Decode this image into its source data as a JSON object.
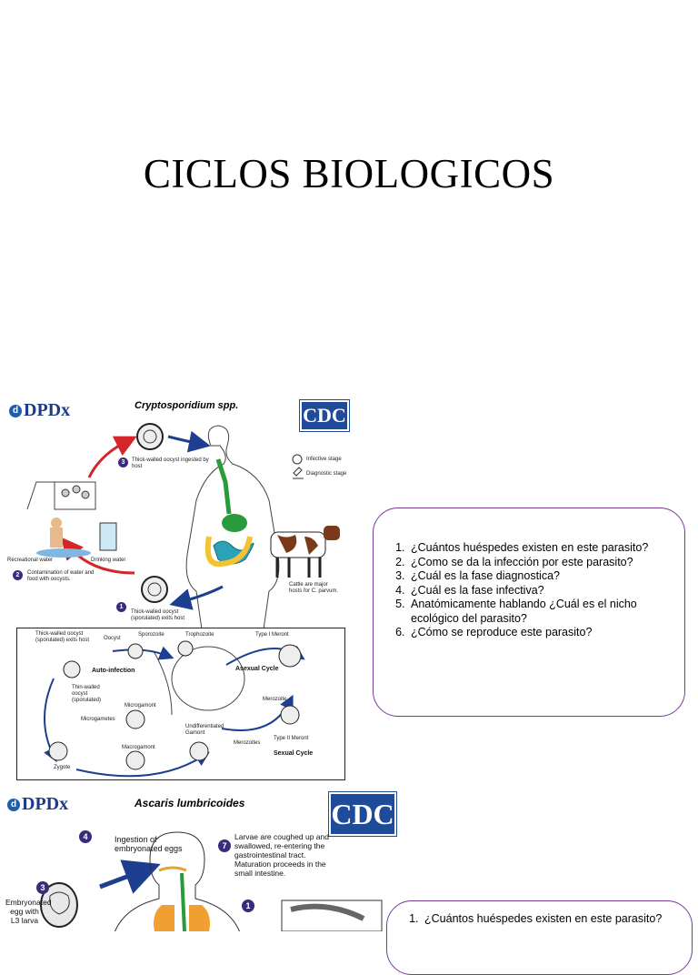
{
  "slide_title": "CICLOS BIOLOGICOS",
  "crypto": {
    "logo_left": "DPDx",
    "logo_right": "CDC",
    "title": "Cryptosporidium spp.",
    "labels": {
      "ingested": "Thick-walled oocyst ingested by host",
      "infective_stage": "Infective stage",
      "diagnostic_stage": "Diagnostic stage",
      "recreational": "Recreational water",
      "drinking": "Drinking water",
      "contamination": "Contamination of water and food with oocysts.",
      "exits": "Thick-walled oocyst (sporulated) exits host",
      "cattle": "Cattle are major hosts for C. parvum."
    },
    "inset_labels": {
      "thick_walled": "Thick-walled oocyst (sporulated) exits host",
      "oocyst": "Oocyst",
      "sporozoite": "Sporozoite",
      "trophozoite": "Trophozoite",
      "type_i": "Type I Meront",
      "auto_infection": "Auto-infection",
      "asexual": "Asexual Cycle",
      "thin_walled": "Thin-walled oocyst (sporulated)",
      "merozoite": "Merozoite",
      "microgamont": "Microgamont",
      "microgametes": "Microgametes",
      "undiff": "Undifferentiated Gamont",
      "type_ii": "Type II Meront",
      "macrogamont": "Macrogamont",
      "merozoites": "Merozoites",
      "sexual": "Sexual Cycle",
      "zygote": "Zygote"
    }
  },
  "questions_1": [
    "¿Cuántos huéspedes existen en este parasito?",
    "¿Como se da la infección por este parasito?",
    "¿Cuál es la fase diagnostica?",
    "¿Cuál es la fase infectiva?",
    "Anatómicamente hablando ¿Cuál es el nicho ecológico del parasito?",
    "¿Cómo se reproduce este parasito?"
  ],
  "ascaris": {
    "logo_left": "DPDx",
    "logo_right": "CDC",
    "title": "Ascaris lumbricoides",
    "ingestion": "Ingestion of embryonated eggs",
    "larvae": "Larvae are coughed up and swallowed, re-entering the gastrointestinal tract. Maturation proceeds in the small intestine.",
    "embryonated": "Embryonated egg with L3 larva",
    "step3": "3",
    "step4": "4",
    "step7": "7",
    "step1": "1"
  },
  "questions_2": [
    "¿Cuántos huéspedes existen en este parasito?"
  ],
  "colors": {
    "question_border": "#7a3a9a",
    "cdc_blue": "#1e4c9a",
    "arrow_red": "#d4262a",
    "arrow_blue": "#1e3f8f"
  }
}
